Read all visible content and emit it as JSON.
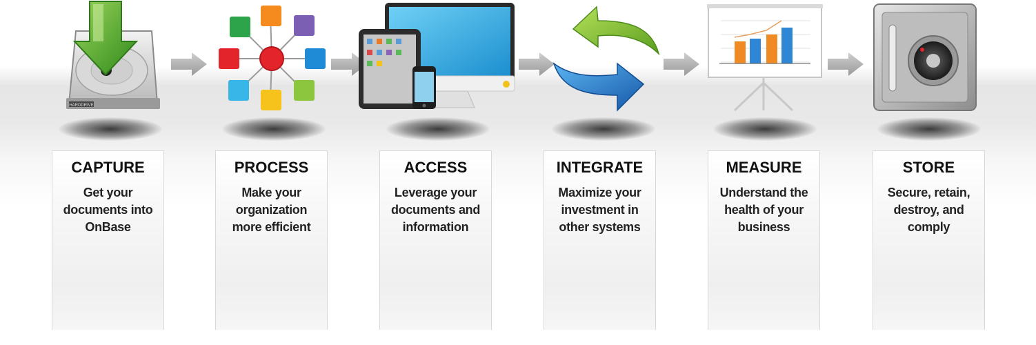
{
  "steps": [
    {
      "title": "CAPTURE",
      "desc_lines": [
        "Get your",
        "documents into",
        "OnBase"
      ],
      "icon": "hard-drive-download-icon",
      "drive_label": "HARDDRIVE"
    },
    {
      "title": "PROCESS",
      "desc_lines": [
        "Make your",
        "organization",
        "more efficient"
      ],
      "icon": "workflow-network-icon"
    },
    {
      "title": "ACCESS",
      "desc_lines": [
        "Leverage your",
        "documents and",
        "information"
      ],
      "icon": "devices-icon"
    },
    {
      "title": "INTEGRATE",
      "desc_lines": [
        "Maximize your",
        "investment in",
        "other systems"
      ],
      "icon": "sync-arrows-icon"
    },
    {
      "title": "MEASURE",
      "desc_lines": [
        "Understand the",
        "health of your",
        "business"
      ],
      "icon": "presentation-chart-icon"
    },
    {
      "title": "STORE",
      "desc_lines": [
        "Secure, retain,",
        "destroy, and",
        "comply"
      ],
      "icon": "safe-vault-icon"
    }
  ],
  "colors": {
    "arrow": "#a8a8a8",
    "green": "#5aa832",
    "blue": "#1f74c4",
    "orange": "#f5922a",
    "red": "#e3242b"
  }
}
